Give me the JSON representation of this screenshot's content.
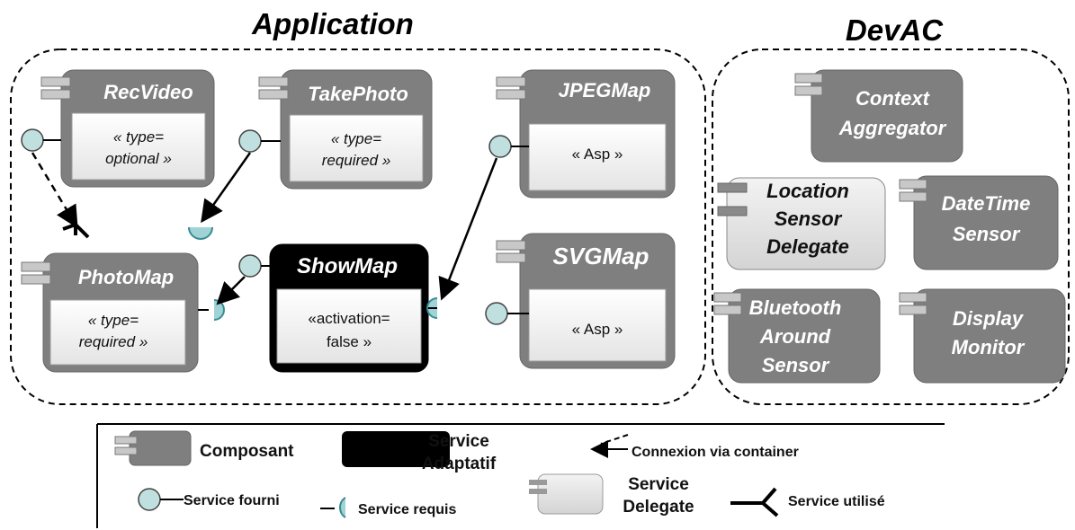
{
  "titles": {
    "application": "Application",
    "devac": "DevAC"
  },
  "components": {
    "recvideo": {
      "name": "RecVideo",
      "line1": "« type=",
      "line2": "optional »"
    },
    "takephoto": {
      "name": "TakePhoto",
      "line1": "« type=",
      "line2": "required »"
    },
    "jpegmap": {
      "name": "JPEGMap",
      "line1": "« Asp »"
    },
    "svgmap": {
      "name": "SVGMap",
      "line1": "« Asp »"
    },
    "photomap": {
      "name": "PhotoMap",
      "line1": "« type=",
      "line2": "required »"
    },
    "showmap": {
      "name": "ShowMap",
      "line1": "«activation=",
      "line2": "false »"
    }
  },
  "devac": {
    "context_aggregator": {
      "line1": "Context",
      "line2": "Aggregator"
    },
    "location_sensor_delegate": {
      "line1": "Location",
      "line2": "Sensor",
      "line3": "Delegate"
    },
    "datetime_sensor": {
      "line1": "DateTime",
      "line2": "Sensor"
    },
    "bluetooth_around_sensor": {
      "line1": "Bluetooth",
      "line2": "Around",
      "line3": "Sensor"
    },
    "display_monitor": {
      "line1": "Display",
      "line2": "Monitor"
    }
  },
  "legend": {
    "composant": "Composant",
    "service_adaptatif_1": "Service",
    "service_adaptatif_2": "Adaptatif",
    "connexion": "Connexion via container",
    "service_fourni": "Service fourni",
    "service_requis": "Service requis",
    "service_delegate_1": "Service",
    "service_delegate_2": "Delegate",
    "service_utilise": "Service utilisé"
  },
  "colors": {
    "component_fill": "#7f7f7f",
    "adaptive_fill": "#000000",
    "delegate_fill": "#e6e6e6",
    "provided_service": "#bfe0df",
    "required_service": "#9fd3d6"
  }
}
